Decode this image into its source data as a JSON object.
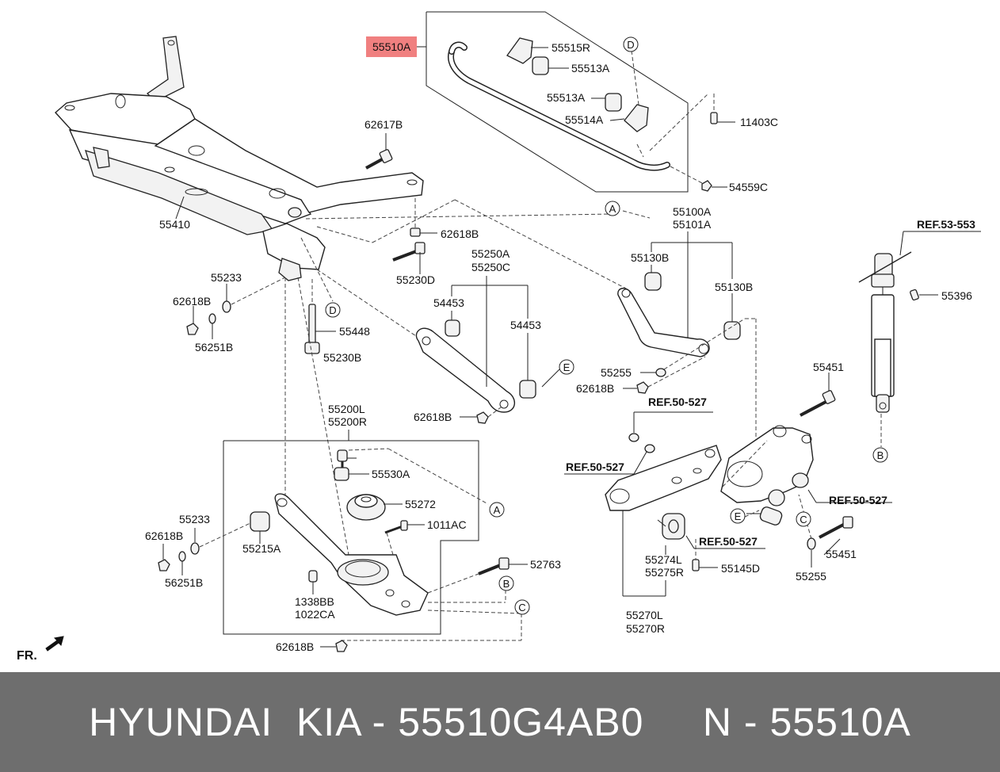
{
  "labels": {
    "p55510A": "55510A",
    "p55515R": "55515R",
    "p55513A_1": "55513A",
    "p55513A_2": "55513A",
    "p55514A": "55514A",
    "p11403C": "11403C",
    "p54559C": "54559C",
    "p62617B": "62617B",
    "p55410": "55410",
    "p62618B_1": "62618B",
    "p55230D": "55230D",
    "p55233_1": "55233",
    "p62618B_2": "62618B",
    "p56251B_1": "56251B",
    "p55448": "55448",
    "p55250A": "55250A",
    "p55250C": "55250C",
    "p54453_1": "54453",
    "p54453_2": "54453",
    "p62618B_3": "62618B",
    "p55100A": "55100A",
    "p55101A": "55101A",
    "p55130B_1": "55130B",
    "p55130B_2": "55130B",
    "p55255_1": "55255",
    "p62618B_4": "62618B",
    "p55230B": "55230B",
    "p55200L": "55200L",
    "p55200R": "55200R",
    "p55530A": "55530A",
    "p55272": "55272",
    "p1011AC": "1011AC",
    "p55233_2": "55233",
    "p62618B_5": "62618B",
    "p55215A": "55215A",
    "p56251B_2": "56251B",
    "p1338BB": "1338BB",
    "p1022CA": "1022CA",
    "p52763": "52763",
    "p62618B_6": "62618B",
    "p55451_1": "55451",
    "p55451_2": "55451",
    "p55396": "55396",
    "p55274L": "55274L",
    "p55275R": "55275R",
    "p55145D": "55145D",
    "p55270L": "55270L",
    "p55270R": "55270R",
    "p55255_2": "55255"
  },
  "refs": {
    "r53_553": "REF.53-553",
    "r50_527_1": "REF.50-527",
    "r50_527_2": "REF.50-527",
    "r50_527_3": "REF.50-527",
    "r50_527_4": "REF.50-527"
  },
  "circles": {
    "A1": "A",
    "A2": "A",
    "B1": "B",
    "B2": "B",
    "C1": "C",
    "C2": "C",
    "D1": "D",
    "D2": "D",
    "E1": "E",
    "E2": "E"
  },
  "fr_label": "FR.",
  "banner": {
    "text": "HYUNDAI  KIA - 55510G4AB0     N - 55510A"
  },
  "colors": {
    "highlight": "#f08080",
    "banner_bg": "#6e6e6e"
  }
}
